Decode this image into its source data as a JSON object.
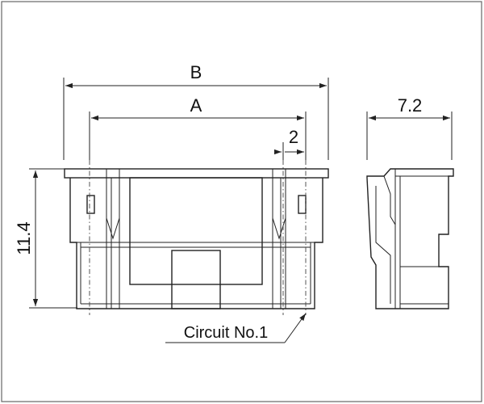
{
  "dimensions": {
    "b_label": "B",
    "a_label": "A",
    "pitch_label": "2",
    "height_label": "11.4",
    "depth_label": "7.2"
  },
  "callouts": {
    "circuit_label": "Circuit No.1"
  }
}
